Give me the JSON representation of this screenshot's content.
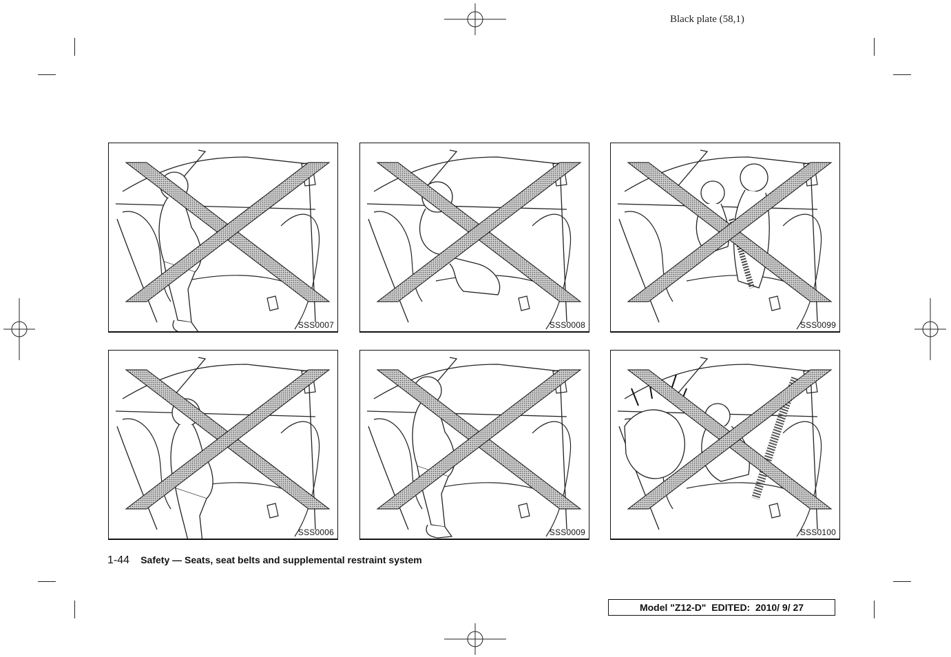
{
  "header": {
    "plate": "Black plate (58,1)"
  },
  "figures": [
    {
      "code": "SSS0007"
    },
    {
      "code": "SSS0008"
    },
    {
      "code": "SSS0099"
    },
    {
      "code": "SSS0006"
    },
    {
      "code": "SSS0009"
    },
    {
      "code": "SSS0100"
    }
  ],
  "footer": {
    "page_number": "1-44",
    "section_title": "Safety — Seats, seat belts and supplemental restraint system"
  },
  "model_box": {
    "text": "Model \"Z12-D\"  EDITED:  2010/ 9/ 27"
  },
  "colors": {
    "ink": "#111111",
    "x_fill": "#bdbdbd"
  }
}
